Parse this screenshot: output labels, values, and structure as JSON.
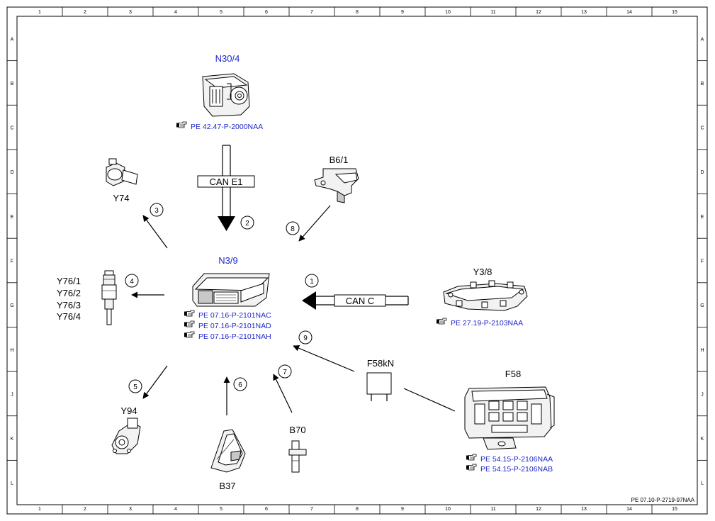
{
  "grid": {
    "columns": [
      "1",
      "2",
      "3",
      "4",
      "5",
      "6",
      "7",
      "8",
      "9",
      "10",
      "11",
      "12",
      "13",
      "14",
      "15"
    ],
    "rows": [
      "A",
      "B",
      "C",
      "D",
      "E",
      "F",
      "G",
      "H",
      "J",
      "K",
      "L"
    ]
  },
  "components": {
    "n30_4": {
      "label": "N30/4",
      "refs": [
        "PE 42.47-P-2000NAA"
      ]
    },
    "n3_9": {
      "label": "N3/9",
      "refs": [
        "PE 07.16-P-2101NAC",
        "PE 07.16-P-2101NAD",
        "PE 07.16-P-2101NAH"
      ]
    },
    "y3_8": {
      "label": "Y3/8",
      "refs": [
        "PE 27.19-P-2103NAA"
      ]
    },
    "f58": {
      "label": "F58",
      "refs": [
        "PE 54.15-P-2106NAA",
        "PE 54.15-P-2106NAB"
      ]
    },
    "y74": {
      "label": "Y74"
    },
    "b6_1": {
      "label": "B6/1"
    },
    "y76": {
      "labels": [
        "Y76/1",
        "Y76/2",
        "Y76/3",
        "Y76/4"
      ]
    },
    "y94": {
      "label": "Y94"
    },
    "b37": {
      "label": "B37"
    },
    "b70": {
      "label": "B70"
    },
    "f58kn": {
      "label": "F58kN"
    }
  },
  "buses": {
    "can_e1": "CAN E1",
    "can_c": "CAN C"
  },
  "signals": [
    "1",
    "2",
    "3",
    "4",
    "5",
    "6",
    "7",
    "8",
    "9"
  ],
  "doc_id": "PE 07.10-P-2719-97NAA",
  "colors": {
    "reference_blue": "#1f27c9",
    "line": "#000000"
  },
  "icons": {
    "reference": "pointing-hand-icon"
  }
}
